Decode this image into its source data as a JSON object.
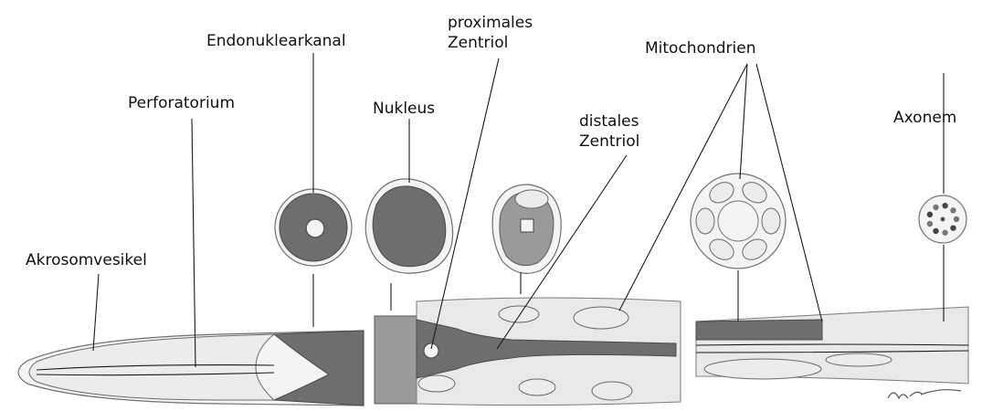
{
  "labels": {
    "endonuklearkanal": "Endonuklearkanal",
    "proximales_line1": "proximales",
    "proximales_line2": "Zentriol",
    "mitochondrien": "Mitochondrien",
    "perforatorium": "Perforatorium",
    "nukleus": "Nukleus",
    "distales_line1": "distales",
    "distales_line2": "Zentriol",
    "axonem": "Axonem",
    "akrosomvesikel": "Akrosomvesikel"
  },
  "signature": "NC"
}
